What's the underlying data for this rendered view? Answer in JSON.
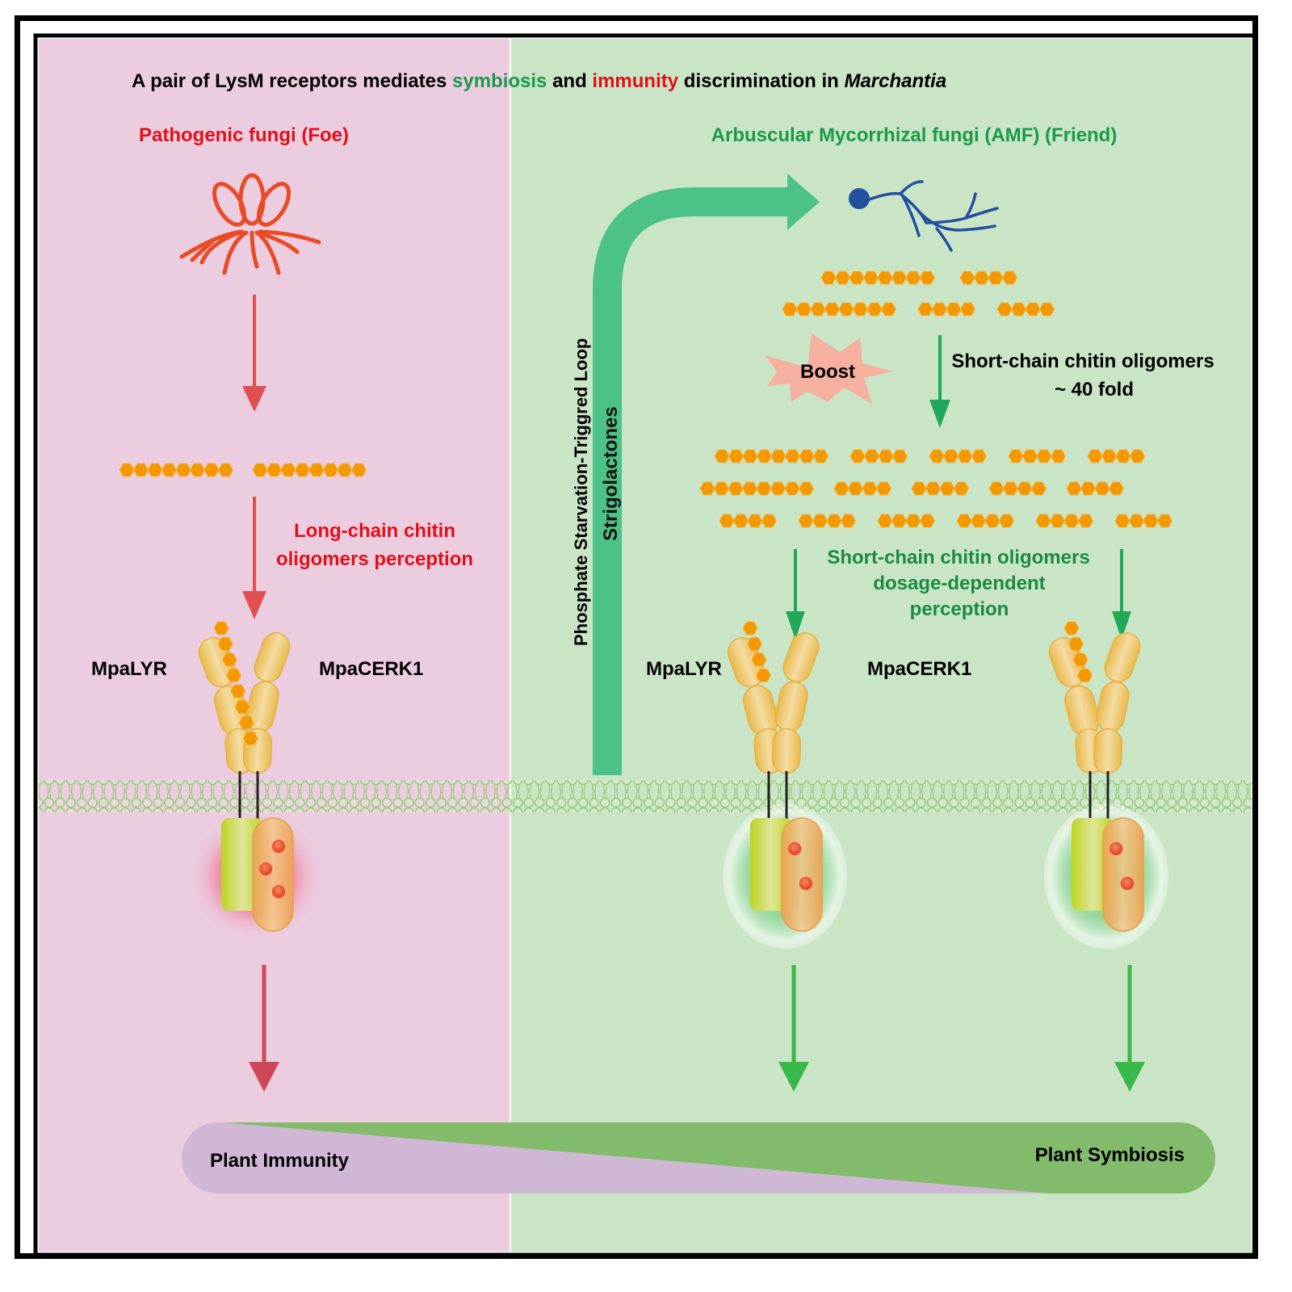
{
  "title": {
    "part1": "A pair of LysM receptors mediates ",
    "symbiosis": "symbiosis",
    "and": " and ",
    "immunity": "immunity",
    "part2": " discrimination in ",
    "genus": "Marchantia"
  },
  "left_panel": {
    "heading": "Pathogenic fungi (Foe)",
    "chitin_label_line1": "Long-chain chitin",
    "chitin_label_line2": "oligomers perception",
    "receptor_left": "MpaLYR",
    "receptor_right": "MpaCERK1",
    "oligomer_chains": [
      [
        8,
        8
      ]
    ]
  },
  "right_panel": {
    "heading": "Arbuscular Mycorrhizal fungi (AMF) (Friend)",
    "loop_label": "Phosphate Starvation-Triggred Loop",
    "arrow_label": "Strigolactones",
    "boost_label": "Boost",
    "boost_text_line1": "Short-chain chitin oligomers",
    "boost_text_line2": "~ 40 fold",
    "perception_line1": "Short-chain chitin oligomers",
    "perception_line2": "dosage-dependent",
    "perception_line3": "perception",
    "receptor_left": "MpaLYR",
    "receptor_right": "MpaCERK1",
    "oligomer_chains_before": [
      [
        8,
        4
      ],
      [
        8,
        4,
        4
      ]
    ],
    "oligomer_chains_after": [
      [
        8,
        4,
        4,
        4,
        4
      ],
      [
        8,
        4,
        4,
        4,
        4
      ],
      [
        4,
        4,
        4,
        4,
        4,
        4
      ]
    ]
  },
  "outcome": {
    "immunity_label": "Plant Immunity",
    "symbiosis_label": "Plant Symbiosis"
  },
  "colors": {
    "left_bg": "#ecccdf",
    "right_bg": "#c9e5c6",
    "immunity_red": "#e0101a",
    "symbiosis_green": "#1a9a4a",
    "red_arrow": "#e05050",
    "green_arrow": "#22a85a",
    "strigolactone_arrow": "#4dc288",
    "chitin_orange": "#f39800",
    "amf_blue": "#244f9e",
    "pathogen_red": "#ea4a24",
    "boost_fill": "#f6b0a0",
    "immunity_wedge": "#cfb5d5",
    "symbiosis_wedge": "#7cbb62"
  }
}
